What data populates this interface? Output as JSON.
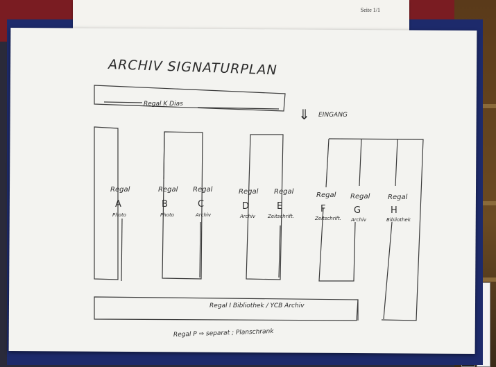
{
  "document": {
    "header_page": "Seite 1/1",
    "title": "ARCHIV SIGNATURPLAN",
    "entrance": "EINGANG",
    "entrance_arrow": "⇓",
    "shelf_k": "Regal K Dias",
    "shelf_i": "Regal I  Bibliothek / YCB Archiv",
    "footer_note": "Regal P ⇒ separat ; Planschrank",
    "regal_word": "Regal",
    "shelves": [
      {
        "letter": "A",
        "use": "Photo"
      },
      {
        "letter": "B",
        "use": "Photo"
      },
      {
        "letter": "C",
        "use": "Archiv"
      },
      {
        "letter": "D",
        "use": "Archiv"
      },
      {
        "letter": "E",
        "use": "Zeitschrift."
      },
      {
        "letter": "F",
        "use": "Zeitschrift."
      },
      {
        "letter": "G",
        "use": "Archiv"
      },
      {
        "letter": "H",
        "use": "Bibliothek"
      }
    ]
  }
}
